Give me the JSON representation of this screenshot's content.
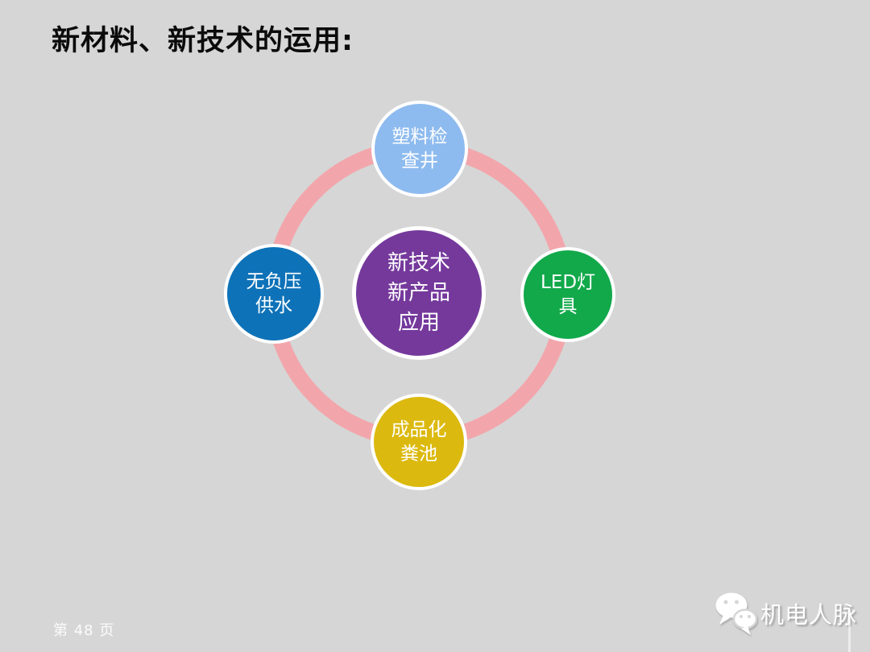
{
  "slide": {
    "title": "新材料、新技术的运用:"
  },
  "colors": {
    "background": "#d6d6d6",
    "ring": "#f2a6ab",
    "hub": "#75399c",
    "node_top": "#8ebbef",
    "node_left": "#0e72b8",
    "node_right": "#12a94b",
    "node_bottom": "#dcb90f",
    "text": "#ffffff"
  },
  "diagram": {
    "hub": {
      "line1": "新技术",
      "line2": "新产品",
      "line3": "应用"
    },
    "nodes": {
      "top": {
        "line1": "塑料检",
        "line2": "查井"
      },
      "left": {
        "line1": "无负压",
        "line2": "供水"
      },
      "right": {
        "line1": "LED灯",
        "line2": "具"
      },
      "bottom": {
        "line1": "成品化",
        "line2": "粪池"
      }
    }
  },
  "footer": {
    "page_number": "第 48 页",
    "brand_name": "机电人脉"
  }
}
